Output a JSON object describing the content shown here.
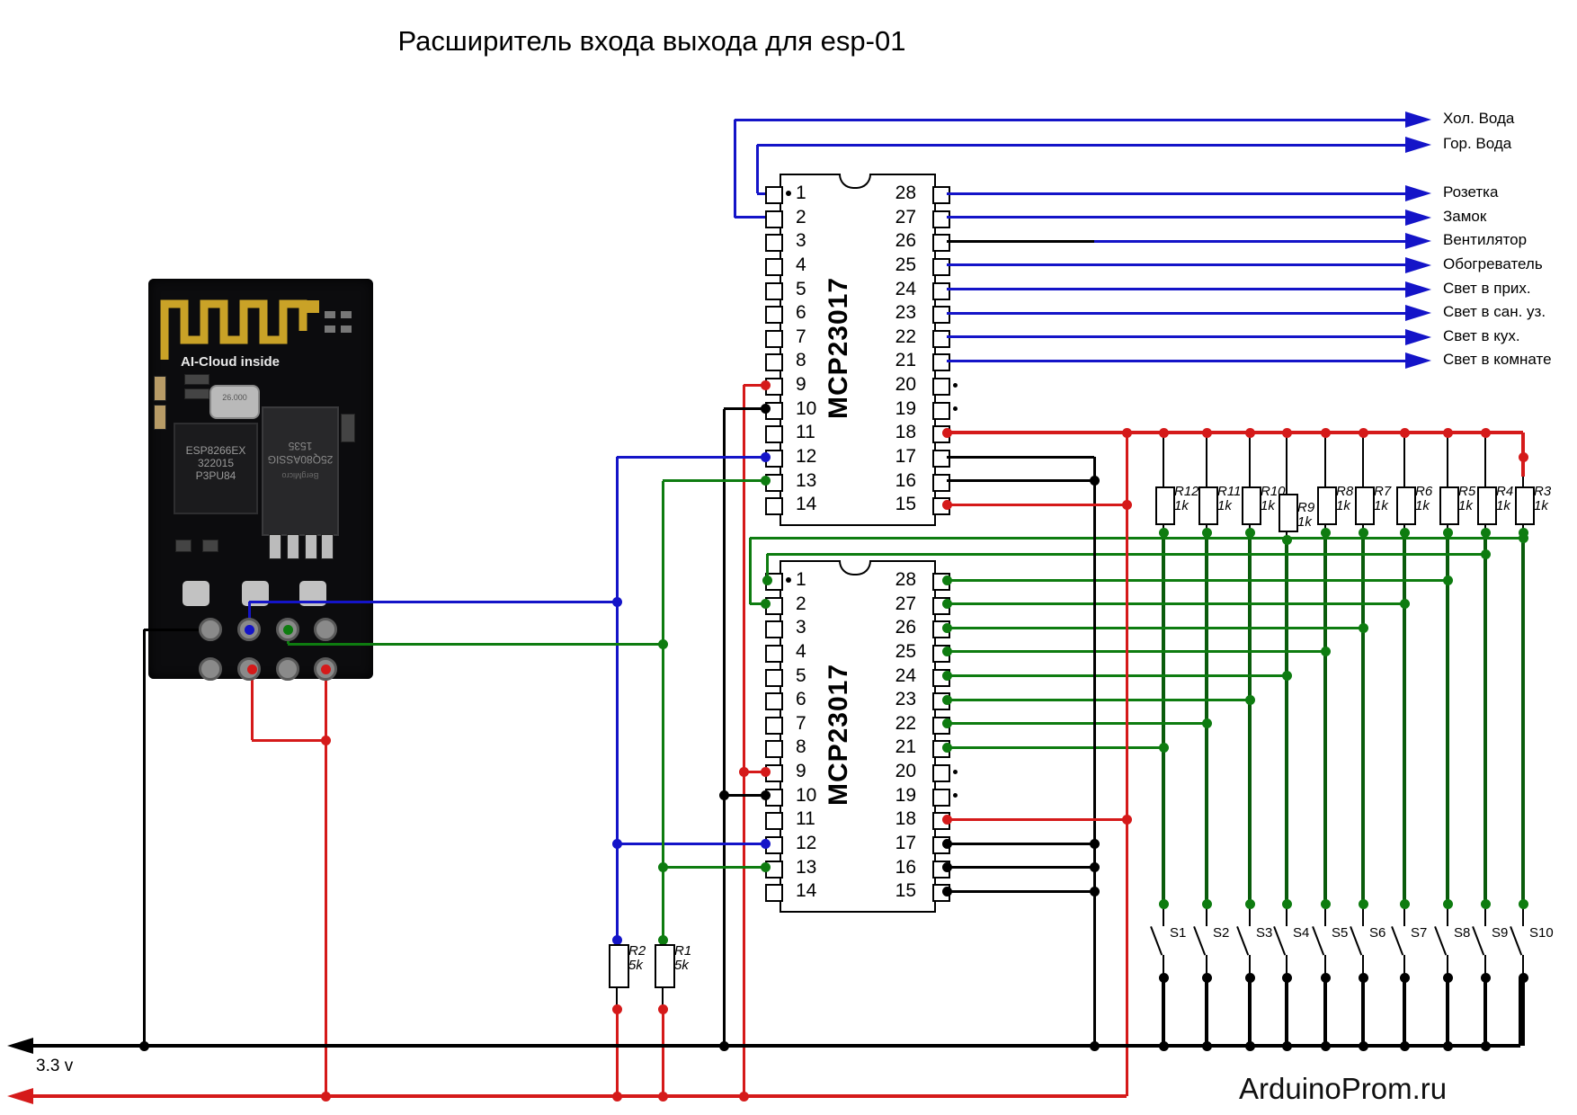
{
  "title": "Расширитель входа выхода для esp-01",
  "watermark": "ArduinoProm.ru",
  "power_label": "3.3 v",
  "chip_name": "MCP23017",
  "outputs": [
    "Хол. Вода",
    "Гор. Вода",
    "Розетка",
    "Замок",
    "Вентилятор",
    "Обогреватель",
    "Свет в прих.",
    "Свет в сан. уз.",
    "Свет в кух.",
    "Свет в комнате"
  ],
  "pullups": [
    {
      "name": "R12",
      "value": "1k"
    },
    {
      "name": "R11",
      "value": "1k"
    },
    {
      "name": "R10",
      "value": "1k"
    },
    {
      "name": "R9",
      "value": "1k"
    },
    {
      "name": "R8",
      "value": "1k"
    },
    {
      "name": "R7",
      "value": "1k"
    },
    {
      "name": "R6",
      "value": "1k"
    },
    {
      "name": "R5",
      "value": "1k"
    },
    {
      "name": "R4",
      "value": "1k"
    },
    {
      "name": "R3",
      "value": "1k"
    }
  ],
  "dividers": [
    {
      "name": "R2",
      "value": "5k"
    },
    {
      "name": "R1",
      "value": "5k"
    }
  ],
  "switches": [
    "S1",
    "S2",
    "S3",
    "S4",
    "S5",
    "S6",
    "S7",
    "S8",
    "S9",
    "S10"
  ],
  "esp": {
    "brand": "AI-Cloud inside",
    "mcu_lines": [
      "ESP8266EX",
      "322015",
      "P3PU84"
    ],
    "flash_lines": [
      "25Q80ASSIG",
      "1535"
    ],
    "flash_vendor": "BergMicro",
    "crystal": "26.000"
  },
  "colors": {
    "blue": "#1414c8",
    "green": "#0e7c10",
    "dark_green": "#0a5c0c",
    "red": "#d51a1a",
    "black": "#000000"
  }
}
